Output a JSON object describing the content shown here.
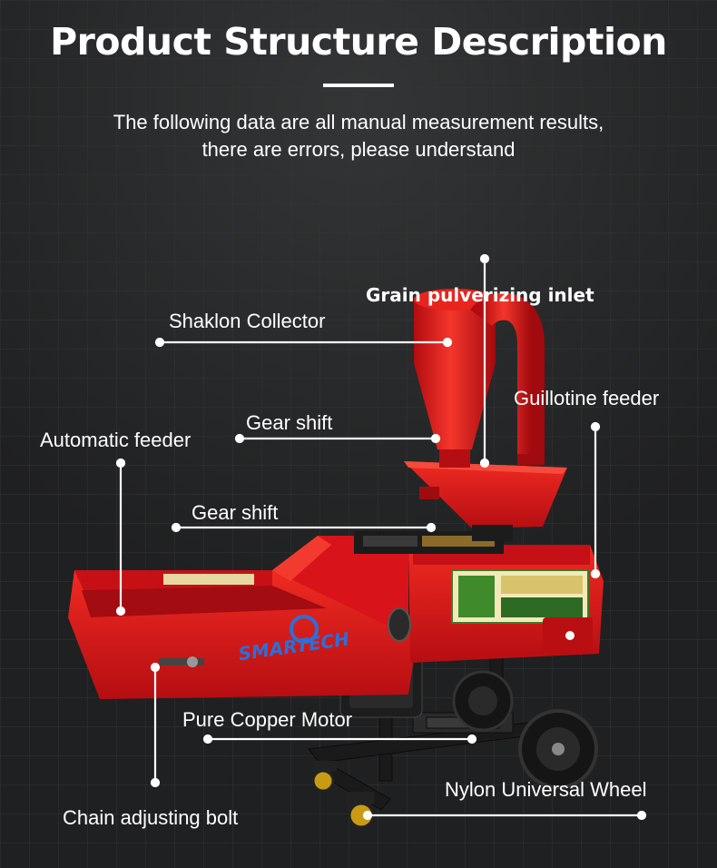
{
  "header": {
    "title": "Product Structure Description",
    "subtitle_line1": "The following data are all manual measurement results,",
    "subtitle_line2": "there are errors, please understand"
  },
  "machine": {
    "brand_logo_text": "SMARTECH",
    "colors": {
      "body_red": "#d8141a",
      "dark_red": "#8e0b0f",
      "frame_black": "#1a1a1a",
      "callout_white": "#ffffff"
    }
  },
  "callouts": {
    "grain_pulverizing_inlet": "Grain pulverizing inlet",
    "shaklon_collector": "Shaklon Collector",
    "guillotine_feeder": "Guillotine feeder",
    "gear_shift_upper": "Gear shift",
    "automatic_feeder": "Automatic feeder",
    "gear_shift_lower": "Gear shift",
    "pure_copper_motor": "Pure Copper Motor",
    "nylon_universal_wheel": "Nylon Universal Wheel",
    "chain_adjusting_bolt": "Chain adjusting bolt"
  }
}
